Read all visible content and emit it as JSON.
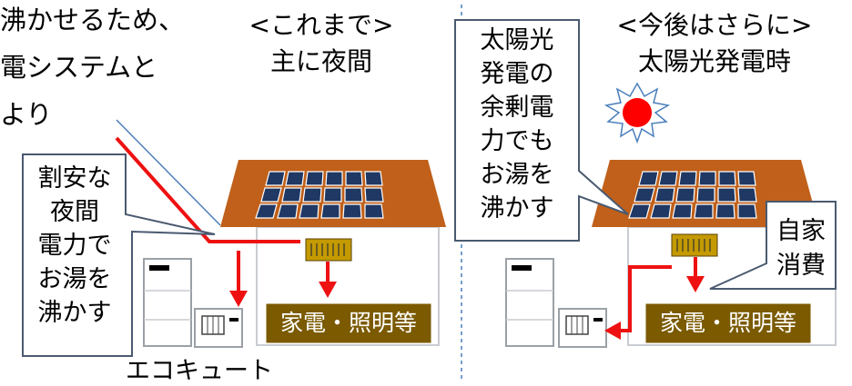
{
  "intro": {
    "line1": "沸かせるため、",
    "line2": "電システムと",
    "line3": "より"
  },
  "left_panel": {
    "heading_line1": "<これまで>",
    "heading_line2": "主に夜間",
    "callout": [
      "割安な",
      "夜間",
      "電力で",
      "お湯を",
      "沸かす"
    ],
    "appliance_label": "家電・照明等",
    "ecocute_label": "エコキュート"
  },
  "right_panel": {
    "heading_line1": "<今後はさらに>",
    "heading_line2": "太陽光発電時",
    "callout": [
      "太陽光",
      "発電の",
      "余剰電",
      "力でも",
      "お湯を",
      "沸かす"
    ],
    "self_consumption": [
      "自家",
      "消費"
    ],
    "appliance_label": "家電・照明等"
  },
  "colors": {
    "roof": "#c0601a",
    "panel": "#1f3864",
    "appliance_box": "#7b5a00",
    "flow_arrow": "#ee1111",
    "sun": "#ff0000",
    "divider": "#4a7ebb",
    "callout_border": "#4a5a70"
  }
}
